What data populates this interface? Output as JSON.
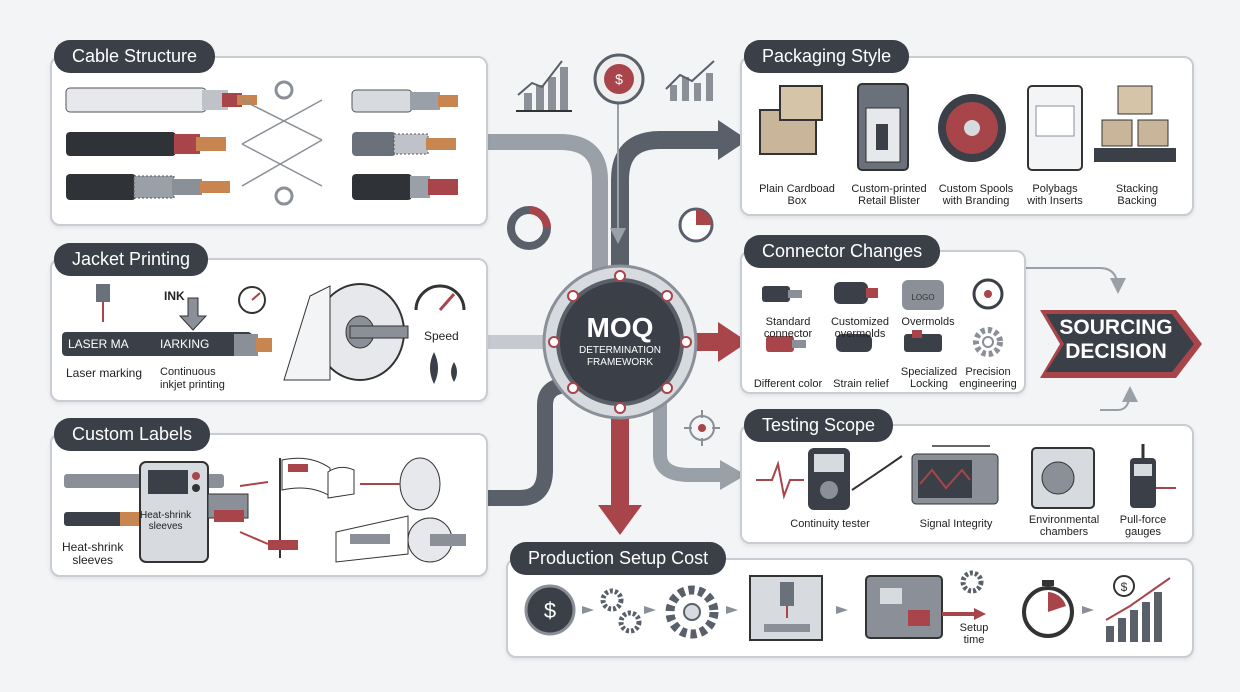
{
  "hub": {
    "title": "MOQ",
    "subtitle_1": "DETERMINATION",
    "subtitle_2": "FRAMEWORK"
  },
  "decision": {
    "line1": "SOURCING",
    "line2": "DECISION"
  },
  "cable_structure": {
    "title": "Cable Structure"
  },
  "jacket_printing": {
    "title": "Jacket Printing",
    "laser_text": "LASER MA",
    "ink_text": "INK",
    "marking_text": "IARKING",
    "laser_label": "Laser marking",
    "inkjet_label_1": "Continuous",
    "inkjet_label_2": "inkjet printing",
    "speed_label": "Speed"
  },
  "custom_labels": {
    "title": "Custom Labels",
    "machine_label_1": "Heat-shrink",
    "machine_label_2": "sleeves",
    "left_label_1": "Heat-shrink",
    "left_label_2": "sleeves"
  },
  "packaging_style": {
    "title": "Packaging Style",
    "items": [
      {
        "l1": "Plain Cardboad",
        "l2": "Box"
      },
      {
        "l1": "Custom-printed",
        "l2": "Retail Blister"
      },
      {
        "l1": "Custom Spools",
        "l2": "with Branding"
      },
      {
        "l1": "Polybags",
        "l2": "with Inserts"
      },
      {
        "l1": "Stacking",
        "l2": "Backing"
      }
    ]
  },
  "connector_changes": {
    "title": "Connector Changes",
    "items": [
      {
        "l1": "Standard",
        "l2": "connector"
      },
      {
        "l1": "Customized",
        "l2": "overmolds"
      },
      {
        "l1": "Overmolds",
        "l2": ""
      },
      {
        "l1": "Different color",
        "l2": ""
      },
      {
        "l1": "Strain relief",
        "l2": ""
      },
      {
        "l1": "Specialized",
        "l2": "Locking"
      },
      {
        "l1": "Precision",
        "l2": "engineering"
      }
    ],
    "logo_text": "LOGO"
  },
  "testing_scope": {
    "title": "Testing Scope",
    "items": [
      {
        "l1": "Continuity tester",
        "l2": ""
      },
      {
        "l1": "Signal Integrity",
        "l2": ""
      },
      {
        "l1": "Environmental",
        "l2": "chambers"
      },
      {
        "l1": "Pull-force",
        "l2": "gauges"
      }
    ]
  },
  "production_setup": {
    "title": "Production Setup Cost",
    "setup_label_1": "Setup",
    "setup_label_2": "time"
  },
  "colors": {
    "dark": "#3a3f48",
    "accent": "#a8454a",
    "grey": "#8a8f98",
    "panel_border": "#c9ccd2"
  }
}
